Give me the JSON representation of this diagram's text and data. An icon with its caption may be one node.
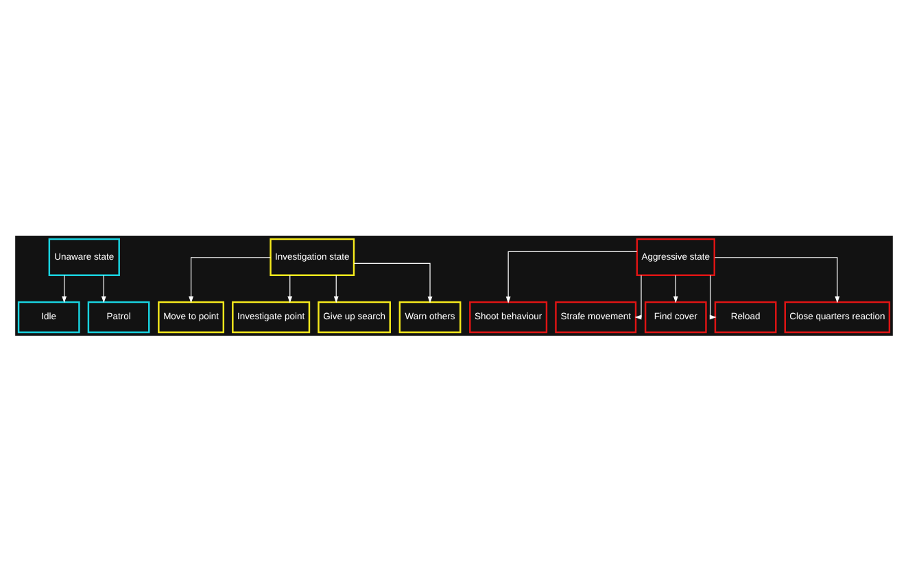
{
  "diagram": {
    "nodes": [
      {
        "text": [
          "Unaware state"
        ]
      },
      {
        "text": [
          "Idle"
        ]
      },
      {
        "text": [
          "Patrol"
        ]
      },
      {
        "text": [
          "Investigation state"
        ]
      },
      {
        "text": [
          "Move to point"
        ]
      },
      {
        "text": [
          "Investigate point"
        ]
      },
      {
        "text": [
          "Give up search"
        ]
      },
      {
        "text": [
          "Warn others"
        ]
      },
      {
        "text": [
          "Aggressive state"
        ]
      },
      {
        "text": [
          "Shoot behaviour"
        ]
      },
      {
        "text": [
          "Strafe movement"
        ]
      },
      {
        "text": [
          "Find cover"
        ]
      },
      {
        "text": [
          "Reload"
        ]
      },
      {
        "text": [
          "Close quarters reaction"
        ]
      }
    ],
    "edges": [
      {
        "from": 0,
        "to": 1,
        "arrow": "to"
      },
      {
        "from": 0,
        "to": 2,
        "arrow": "to"
      },
      {
        "from": 3,
        "to": 4,
        "arrow": "to"
      },
      {
        "from": 3,
        "to": 5,
        "arrow": "to"
      },
      {
        "from": 3,
        "to": 6,
        "arrow": "to"
      },
      {
        "from": 3,
        "to": 7,
        "arrow": "to"
      },
      {
        "from": 8,
        "to": 9,
        "arrow": "to"
      },
      {
        "from": 8,
        "to": 10,
        "arrow": "to"
      },
      {
        "from": 8,
        "to": 11,
        "arrow": "to"
      },
      {
        "from": 8,
        "to": 12,
        "arrow": "to"
      },
      {
        "from": 8,
        "to": 13,
        "arrow": "to"
      }
    ]
  }
}
